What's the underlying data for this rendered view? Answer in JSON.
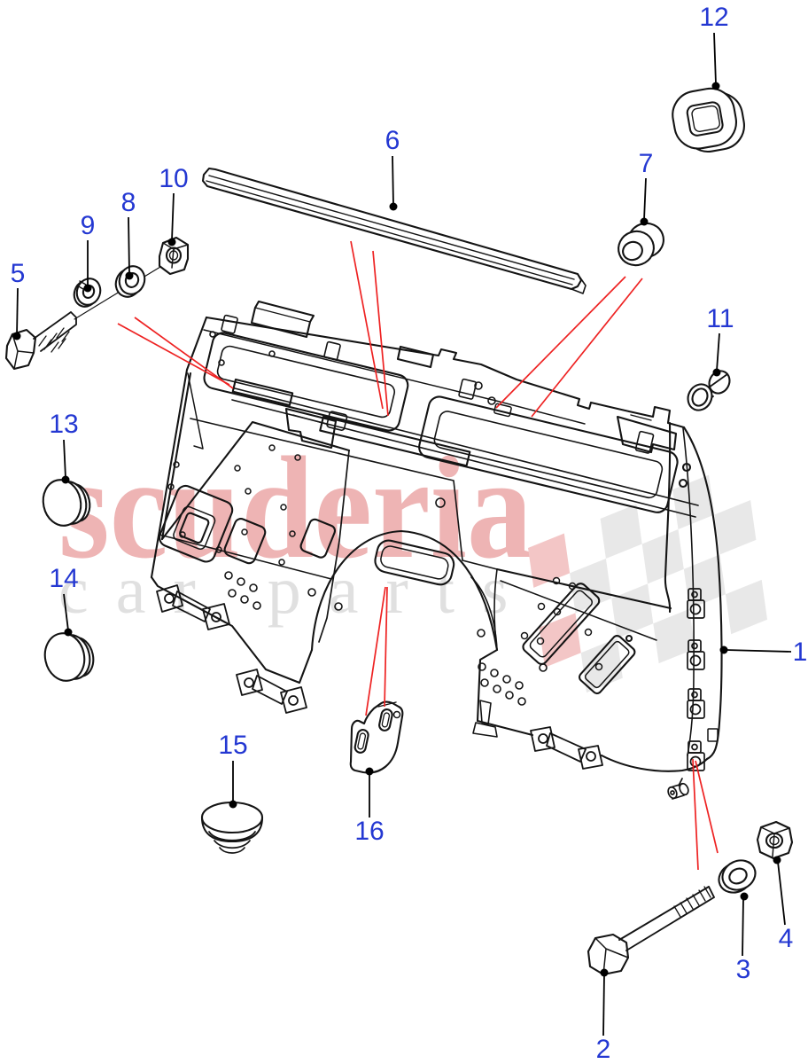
{
  "watermark": {
    "brand": "scuderia",
    "tagline": "car parts"
  },
  "callouts": [
    {
      "label": "1",
      "part": "bulkhead-panel-assembly"
    },
    {
      "label": "2",
      "part": "hex-bolt-long"
    },
    {
      "label": "3",
      "part": "flat-washer"
    },
    {
      "label": "4",
      "part": "hex-nut"
    },
    {
      "label": "5",
      "part": "hex-bolt"
    },
    {
      "label": "6",
      "part": "retainer-strip"
    },
    {
      "label": "7",
      "part": "round-grommet"
    },
    {
      "label": "8",
      "part": "flat-washer"
    },
    {
      "label": "9",
      "part": "spring-washer"
    },
    {
      "label": "10",
      "part": "hex-nut"
    },
    {
      "label": "11",
      "part": "rubber-bush"
    },
    {
      "label": "12",
      "part": "oval-grommet"
    },
    {
      "label": "13",
      "part": "blanking-plug"
    },
    {
      "label": "14",
      "part": "blanking-plug"
    },
    {
      "label": "15",
      "part": "dome-plug"
    },
    {
      "label": "16",
      "part": "gasket-plate"
    }
  ],
  "colors": {
    "callout_text": "#2438d2",
    "leader_line": "#000000",
    "highlight_line": "#ee2222",
    "line_art": "#141414",
    "watermark_brand": "#eeb4b4",
    "watermark_tagline": "#e0e0e0",
    "checker_gray": "#e8e8e8",
    "checker_pink": "#f3c6c6"
  }
}
